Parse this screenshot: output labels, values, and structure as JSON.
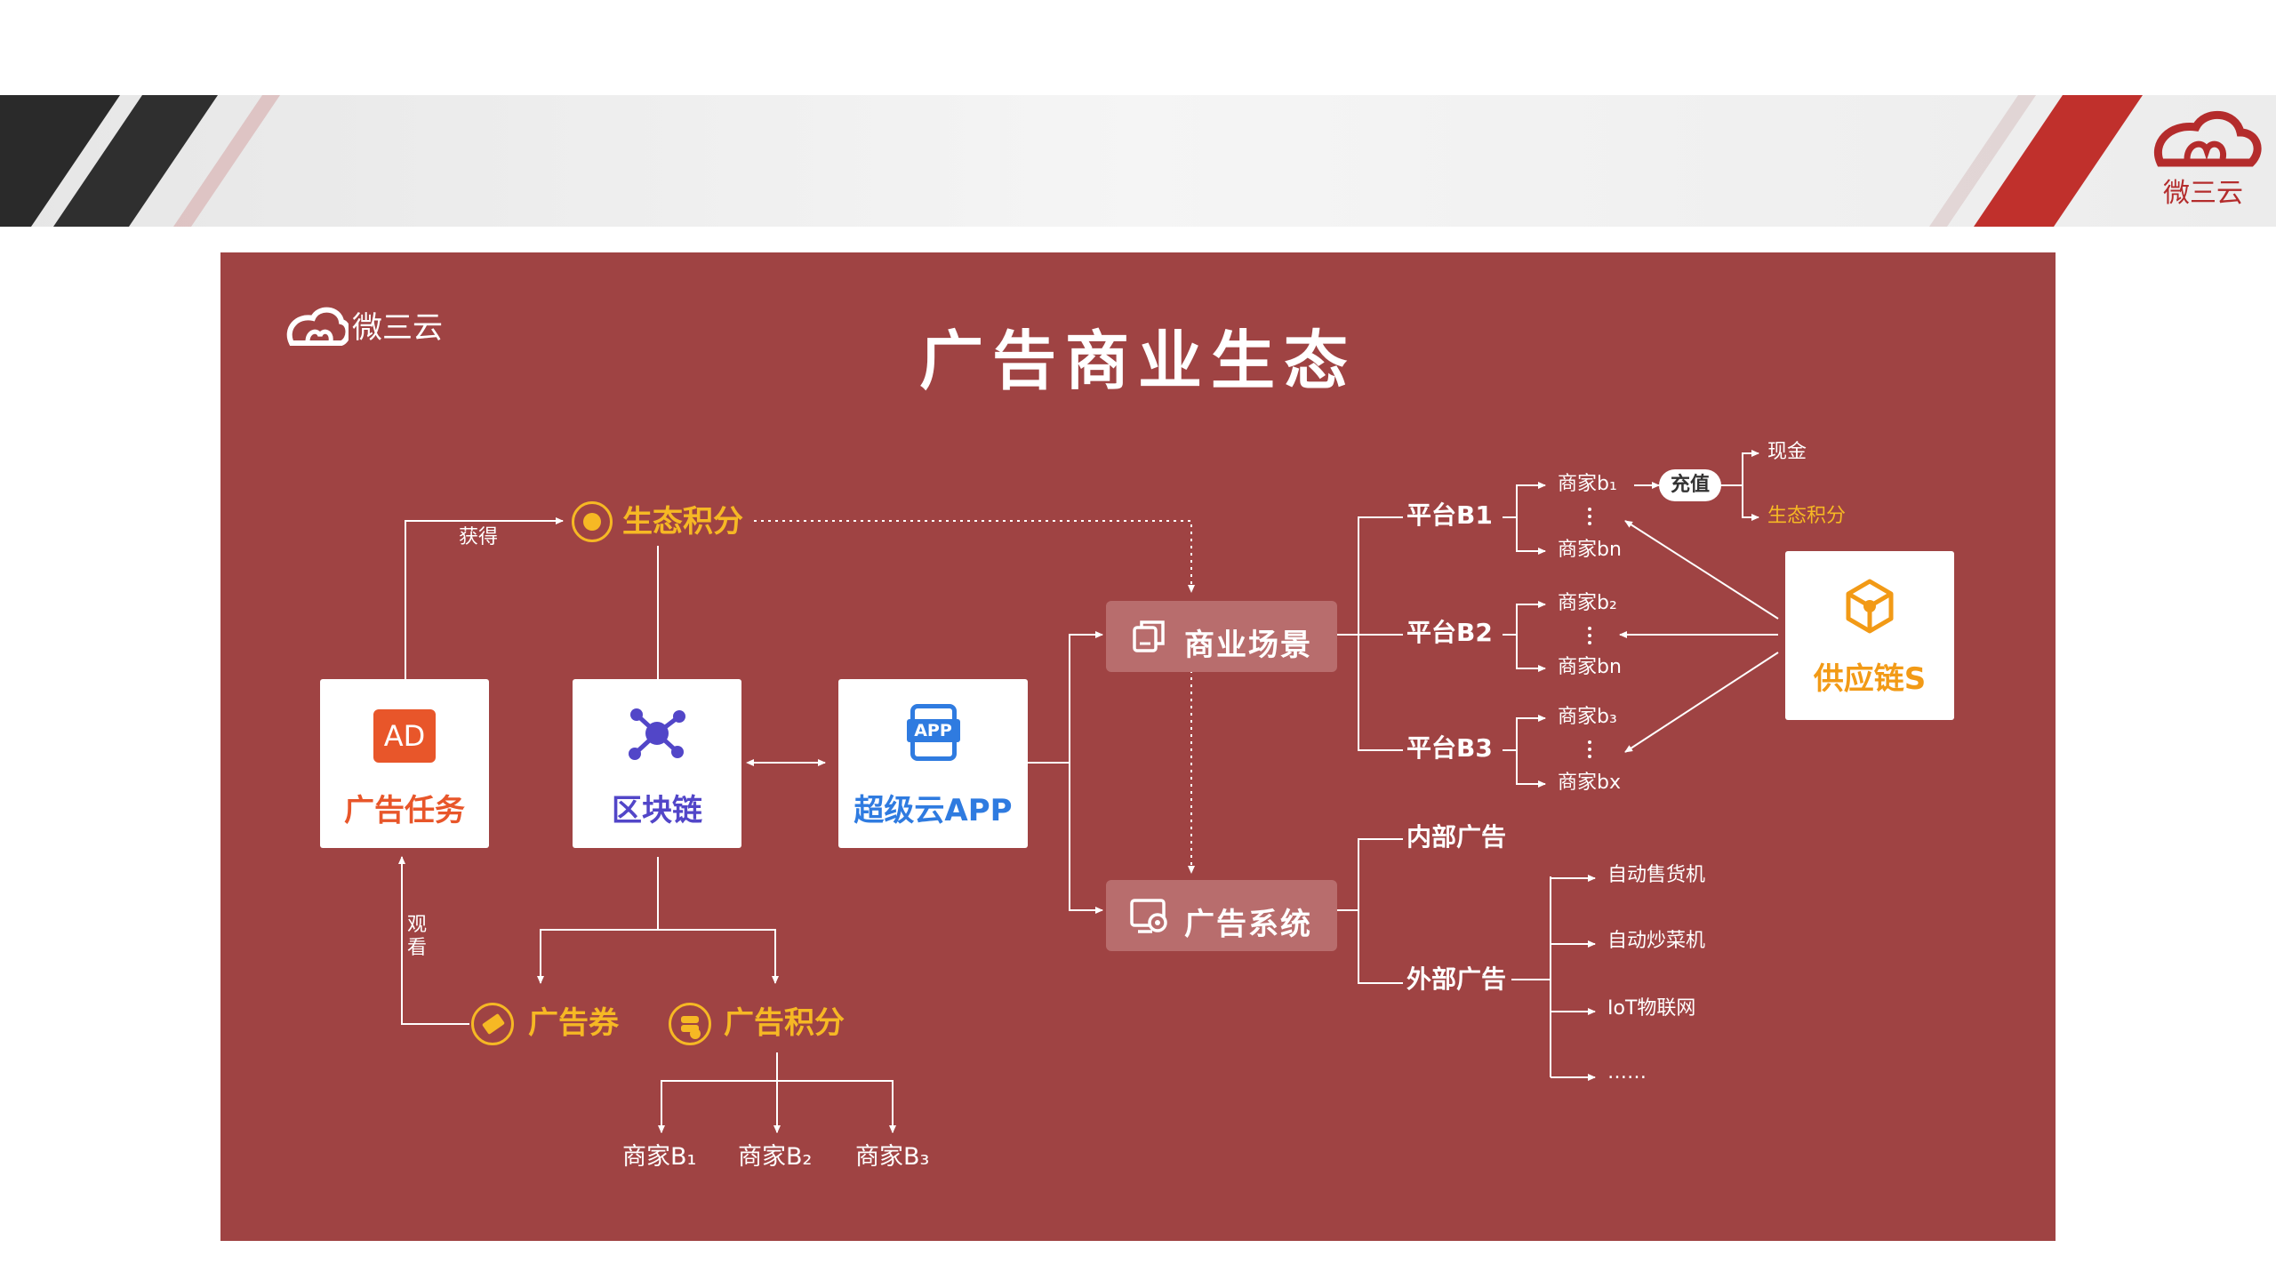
{
  "brand": {
    "name": "微三云"
  },
  "title": "广告商业生态",
  "left": {
    "eco_points": "生态积分",
    "obtain": "获得",
    "watch": "观看",
    "ad_task": {
      "icon_text": "AD",
      "label": "广告任务"
    },
    "blockchain": {
      "label": "区块链"
    },
    "super_app": {
      "icon_text": "APP",
      "label": "超级云APP"
    },
    "ad_coupon": "广告券",
    "ad_points": "广告积分",
    "merchants": [
      "商家B₁",
      "商家B₂",
      "商家B₃"
    ]
  },
  "middle": {
    "business_scene": "商业场景",
    "ad_system": "广告系统"
  },
  "platforms": [
    {
      "name": "平台B1",
      "top": "商家b₁",
      "bottom": "商家bn"
    },
    {
      "name": "平台B2",
      "top": "商家b₂",
      "bottom": "商家bn"
    },
    {
      "name": "平台B3",
      "top": "商家b₃",
      "bottom": "商家bx"
    }
  ],
  "recharge": "充值",
  "cash": "现金",
  "eco_points_right": "生态积分",
  "supply_chain": "供应链S",
  "ads": {
    "internal": "内部广告",
    "external": "外部广告",
    "external_items": [
      "自动售货机",
      "自动炒菜机",
      "IoT物联网",
      "……"
    ]
  },
  "colors": {
    "panel": "#9f4343",
    "gold": "#f6b824",
    "orange": "#e8562a",
    "purple": "#5246c8",
    "blue": "#2f7be0",
    "supply": "#f29a16"
  }
}
